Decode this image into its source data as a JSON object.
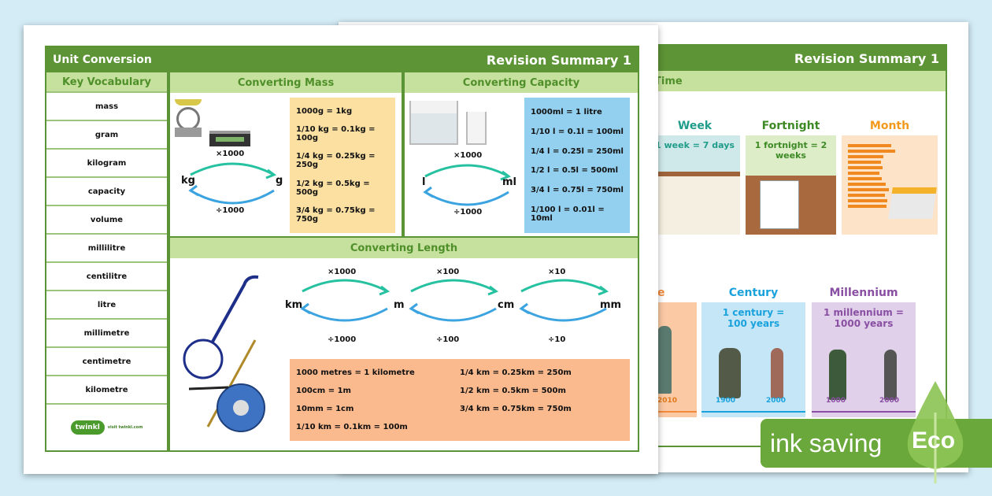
{
  "back_sheet": {
    "title": "Revision Summary 1",
    "section": "Time",
    "cards_top": [
      {
        "title": "Week",
        "text": "1 week = 7 days",
        "title_color": "#1f9c8a",
        "bg": "#cfe9ea"
      },
      {
        "title": "Fortnight",
        "text": "1 fortnight = 2 weeks",
        "title_color": "#3d8a25",
        "bg": "#dcedc8"
      },
      {
        "title": "Month",
        "text": "",
        "title_color": "#f39a1e",
        "bg": "#fde3c8"
      }
    ],
    "cards_bottom": [
      {
        "title": "Decade",
        "visible_title": "de",
        "text": "",
        "title_color": "#f18a3c",
        "bg": "#fbc9a4",
        "years": [
          "2010"
        ]
      },
      {
        "title": "Century",
        "text": "1 century = 100 years",
        "title_color": "#1aa2dd",
        "bg": "#c4e6f7",
        "years": [
          "1900",
          "2000"
        ]
      },
      {
        "title": "Millennium",
        "text": "1 millennium = 1000 years",
        "title_color": "#8a4fa3",
        "bg": "#e0d0ea",
        "years": [
          "1000",
          "2000"
        ]
      }
    ]
  },
  "front_sheet": {
    "title_left": "Unit Conversion",
    "title_right": "Revision Summary 1",
    "vocab": {
      "header": "Key Vocabulary",
      "items": [
        "mass",
        "gram",
        "kilogram",
        "capacity",
        "volume",
        "millilitre",
        "centilitre",
        "litre",
        "millimetre",
        "centimetre",
        "kilometre"
      ],
      "logo": "twinkl",
      "logo_tag": "visit twinkl.com"
    },
    "mass": {
      "header": "Converting Mass",
      "from": "kg",
      "to": "g",
      "forward_op": "×1000",
      "back_op": "÷1000",
      "facts": [
        "1000g = 1kg",
        "1/10 kg = 0.1kg = 100g",
        "1/4 kg = 0.25kg = 250g",
        "1/2 kg = 0.5kg = 500g",
        "3/4 kg = 0.75kg = 750g"
      ]
    },
    "capacity": {
      "header": "Converting Capacity",
      "from": "l",
      "to": "ml",
      "forward_op": "×1000",
      "back_op": "÷1000",
      "facts": [
        "1000ml = 1 litre",
        "1/10 l = 0.1l = 100ml",
        "1/4 l = 0.25l = 250ml",
        "1/2 l = 0.5l = 500ml",
        "3/4 l = 0.75l = 750ml",
        "1/100 l = 0.01l = 10ml"
      ]
    },
    "length": {
      "header": "Converting Length",
      "units": [
        "km",
        "m",
        "cm",
        "mm"
      ],
      "forward_ops": [
        "×1000",
        "×100",
        "×10"
      ],
      "back_ops": [
        "÷1000",
        "÷100",
        "÷10"
      ],
      "facts_left": [
        "1000 metres = 1 kilometre",
        "100cm = 1m",
        "10mm = 1cm",
        "1/10 km = 0.1km = 100m"
      ],
      "facts_right": [
        "1/4 km = 0.25km = 250m",
        "1/2 km = 0.5km = 500m",
        "3/4 km = 0.75km = 750m"
      ]
    }
  },
  "badge": {
    "text": "ink saving",
    "eco": "Eco"
  },
  "colors": {
    "brand_green": "#5d9436",
    "light_green": "#c6e19d",
    "arrow_teal": "#26c1a0",
    "arrow_blue": "#3aa3e0"
  }
}
